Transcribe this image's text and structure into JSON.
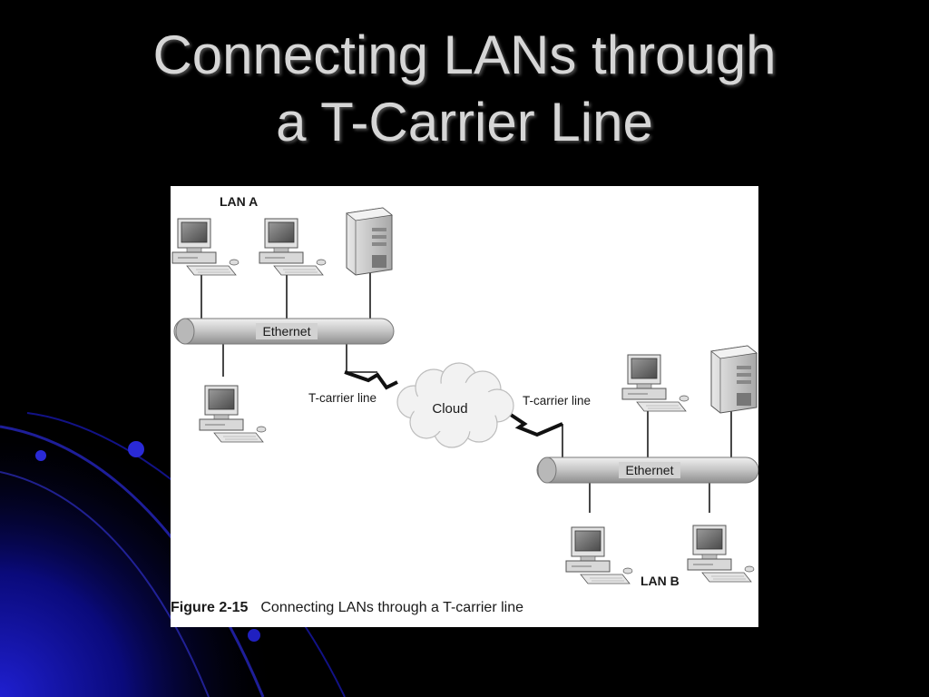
{
  "slide": {
    "title_line1": "Connecting LANs through",
    "title_line2": "a T-Carrier Line",
    "background_color": "#000000",
    "title_color": "#d6d6d6",
    "accent_color": "#1a1aa0"
  },
  "diagram": {
    "lan_a_label": "LAN A",
    "lan_b_label": "LAN B",
    "ethernet_a_label": "Ethernet",
    "ethernet_b_label": "Ethernet",
    "tcarrier_a_label": "T-carrier line",
    "tcarrier_b_label": "T-carrier line",
    "cloud_label": "Cloud",
    "lan_a_devices": [
      "workstation",
      "workstation",
      "server",
      "workstation"
    ],
    "lan_b_devices": [
      "workstation",
      "server",
      "workstation",
      "workstation"
    ],
    "icons": [
      "computer-icon",
      "server-icon",
      "cloud-icon",
      "lightning-link-icon",
      "ethernet-bus"
    ]
  },
  "caption": {
    "figure_number": "Figure 2-15",
    "text": "Connecting LANs through a T-carrier line"
  }
}
